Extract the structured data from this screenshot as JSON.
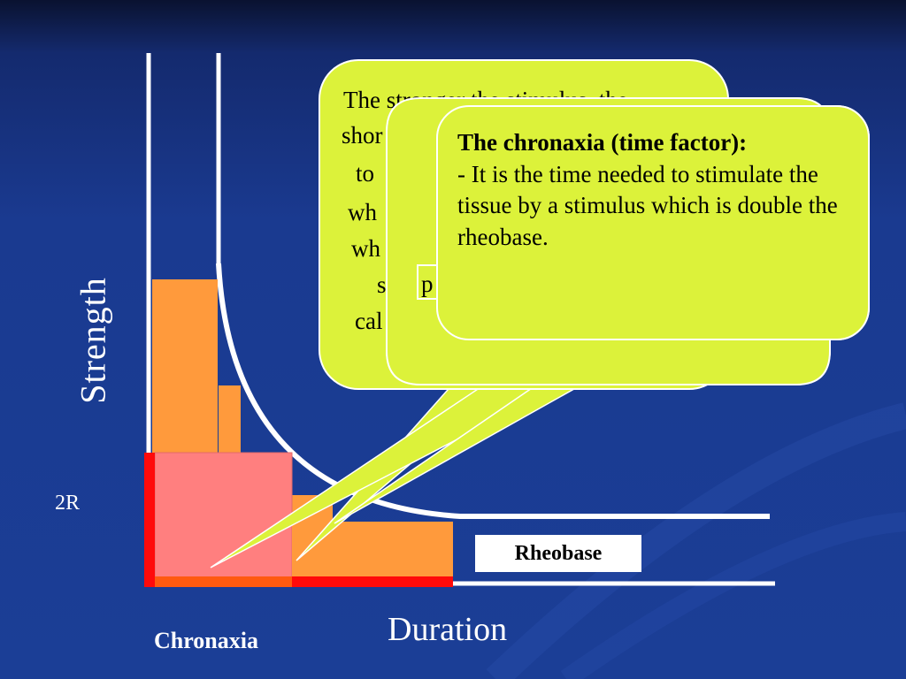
{
  "axes": {
    "y_label": "Strength",
    "x_label": "Duration"
  },
  "labels": {
    "two_r": "2R",
    "chronaxia": "Chronaxia",
    "rheobase": "Rheobase"
  },
  "callouts": {
    "back": {
      "visible_fragments": [
        "The stronger the stimulus, the",
        "shor",
        "to",
        "wh",
        "wh",
        "s",
        "cal"
      ]
    },
    "middle": {
      "visible_fragments": [
        "p"
      ]
    },
    "front": {
      "title": "The chronaxia (time factor):",
      "body": "- It is the time needed to stimulate the tissue by a stimulus which is double the rheobase."
    }
  },
  "colors": {
    "background": "#1a3a90",
    "callout_fill": "#dcf23a",
    "bar_orange": "#ff9a3c",
    "bar_pink": "#ff7f7f",
    "bar_red": "#ff0a0a",
    "line_white": "#ffffff"
  }
}
